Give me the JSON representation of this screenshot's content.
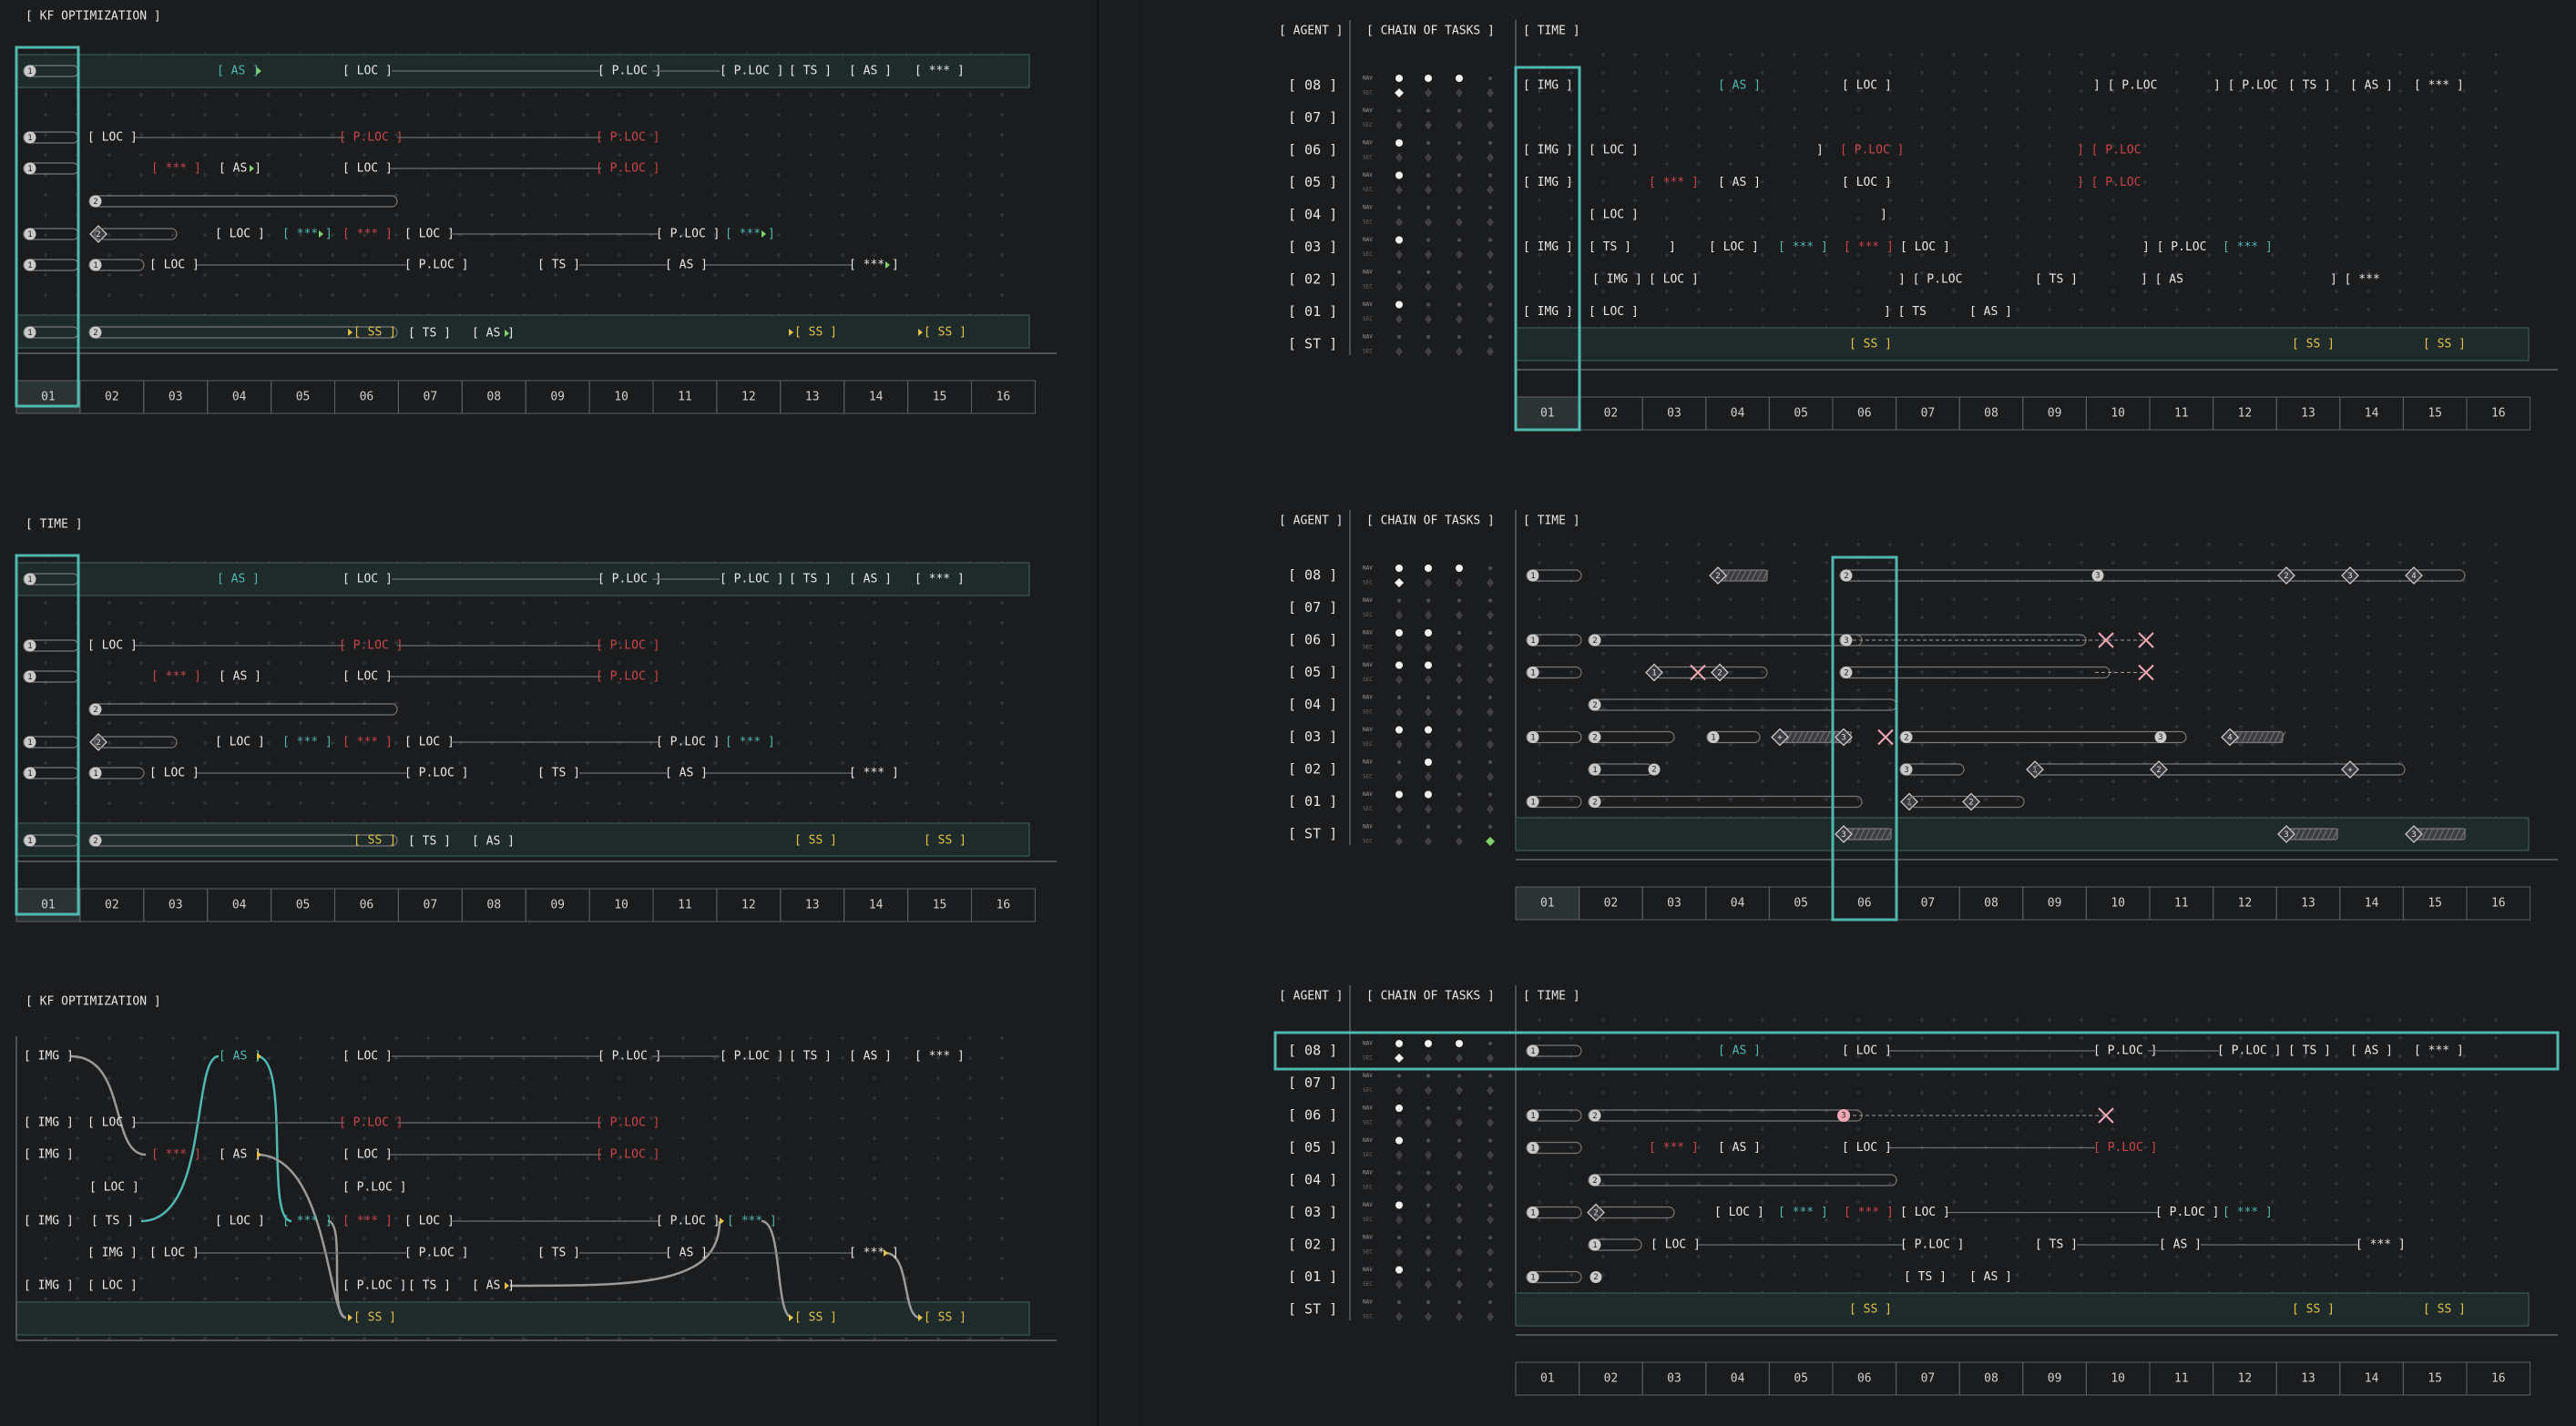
{
  "colors": {
    "bg": "#1b1c1e",
    "teal": "#4fb8b0",
    "red": "#c9454b",
    "yellow": "#e3c24a",
    "white": "#e6e6e6",
    "dim": "#8a8d90",
    "pink": "#f1a9b7",
    "green": "#7ed36b"
  },
  "timeline": [
    "01",
    "02",
    "03",
    "04",
    "05",
    "06",
    "07",
    "08",
    "09",
    "10",
    "11",
    "12",
    "13",
    "14",
    "15",
    "16"
  ],
  "agents": [
    "[ 08 ]",
    "[ 07 ]",
    "[ 06 ]",
    "[ 05 ]",
    "[ 04 ]",
    "[ 03 ]",
    "[ 02 ]",
    "[ 01 ]",
    "[ ST ]"
  ],
  "row_tags": [
    "NAV",
    "SEC"
  ],
  "headers": {
    "kf_opt": "[ KF OPTIMIZATION ]",
    "time": "[ TIME ]",
    "agent": "[ AGENT ]",
    "chain": "[ CHAIN OF TASKS ]"
  },
  "tasks": {
    "as": "[ AS ]",
    "loc": "[ LOC ]",
    "ploc": "[ P.LOC ]",
    "ts": "[ TS ]",
    "star": "[ *** ]",
    "ss": "[ SS ]",
    "img": "[ IMG ]"
  }
}
